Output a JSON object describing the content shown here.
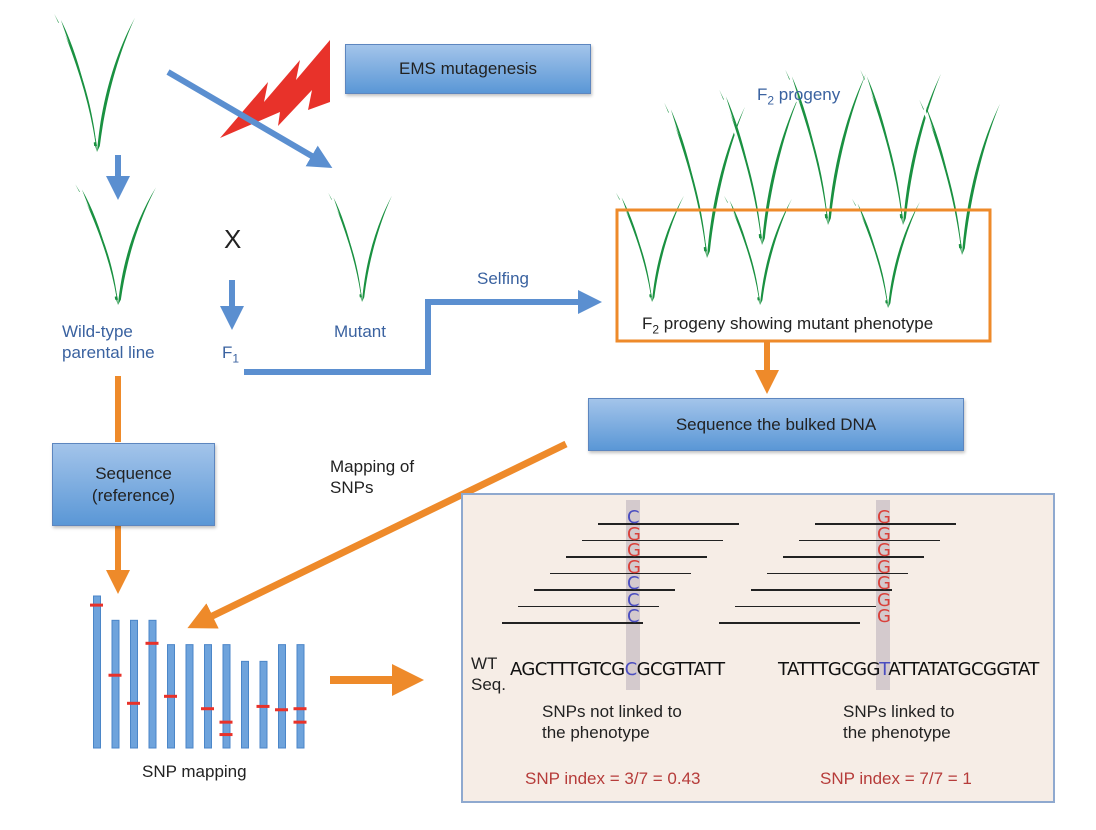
{
  "title": "EMS mutagenesis and MutMap SNP-index workflow",
  "colors": {
    "plant_green": "#1a9141",
    "blue_arrow": "#5b8fd0",
    "orange_arrow": "#ee8a2a",
    "lightning_red": "#e8322a",
    "box_fill_top": "#a3c4ea",
    "box_fill_bottom": "#5a97d6",
    "panel_fill": "#f6ede6",
    "snp_red": "#d9403a",
    "snp_purple": "#4a4dc0",
    "index_text": "#b63c3a",
    "label_blue": "#3a62a0"
  },
  "boxes": {
    "ems": "EMS mutagenesis",
    "sequence_reference_line1": "Sequence",
    "sequence_reference_line2": "(reference)",
    "sequence_bulked": "Sequence the bulked DNA"
  },
  "labels": {
    "f2_progeny": "F",
    "f2_progeny_sub": "2",
    "f2_progeny_rest": " progeny",
    "cross_symbol": "X",
    "wild_type_line1": "Wild-type",
    "wild_type_line2": "parental line",
    "f1": "F",
    "f1_sub": "1",
    "mutant": "Mutant",
    "selfing": "Selfing",
    "f2_mutant_phenotype_f": "F",
    "f2_mutant_phenotype_sub": "2",
    "f2_mutant_phenotype_rest": " progeny showing mutant phenotype",
    "mapping_of_snps_line1": "Mapping of",
    "mapping_of_snps_line2": "SNPs",
    "snp_mapping": "SNP mapping"
  },
  "panel": {
    "wt_label_line1": "WT",
    "wt_label_line2": "Seq.",
    "left": {
      "seq_before": "AGCTTTGTCG",
      "seq_snp": "C",
      "seq_after": "GCGTTATT",
      "read_bases": [
        "C",
        "G",
        "G",
        "G",
        "C",
        "C",
        "C"
      ],
      "caption_line1": "SNPs not linked to",
      "caption_line2": "the phenotype",
      "snp_index": "SNP index = 3/7 = 0.43"
    },
    "right": {
      "seq_before": "TATTTGCGG",
      "seq_snp": "T",
      "seq_after": "ATTATATGCGGTAT",
      "read_bases": [
        "G",
        "G",
        "G",
        "G",
        "G",
        "G",
        "G"
      ],
      "caption_line1": "SNPs linked to",
      "caption_line2": "the phenotype",
      "snp_index": "SNP index = 7/7 = 1"
    }
  },
  "chromosomes": {
    "relative_lengths": [
      1.0,
      0.84,
      0.84,
      0.84,
      0.68,
      0.68,
      0.68,
      0.68,
      0.57,
      0.57,
      0.68,
      0.68
    ],
    "snp_positions_from_top": [
      [
        0.06
      ],
      [
        0.43
      ],
      [
        0.65
      ],
      [
        0.18
      ],
      [
        0.5
      ],
      [],
      [
        0.62
      ],
      [
        0.75,
        0.87
      ],
      [],
      [
        0.52
      ],
      [
        0.63
      ],
      [
        0.62,
        0.75
      ]
    ]
  }
}
